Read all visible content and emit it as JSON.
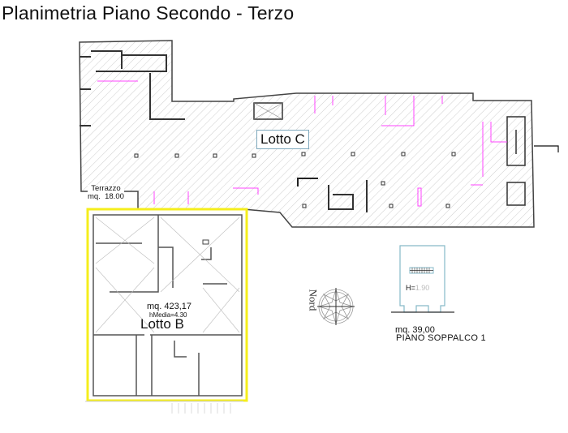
{
  "title": "Planimetria Piano Secondo - Terzo",
  "lots": {
    "c": {
      "label": "Lotto C"
    },
    "b": {
      "label": "Lotto B",
      "area": "mq. 423,17",
      "height": "hMedia=4.30",
      "highlight_color": "#f5ee1c"
    }
  },
  "terrace": {
    "name": "Terrazzo",
    "area": "mq.  18.00"
  },
  "mezzanine": {
    "height_prefix": "H=",
    "height_value": "1.90",
    "area": "mq. 39,00",
    "name": "PIANO SOPPALCO 1"
  },
  "north_arrow": {
    "label": "Nord"
  },
  "colors": {
    "walls": "#333333",
    "hatch": "#b5b5b5",
    "annotations": "#ff44ff",
    "lot_b_border": "#f5ee1c",
    "label_border": "#7fa9bd"
  }
}
